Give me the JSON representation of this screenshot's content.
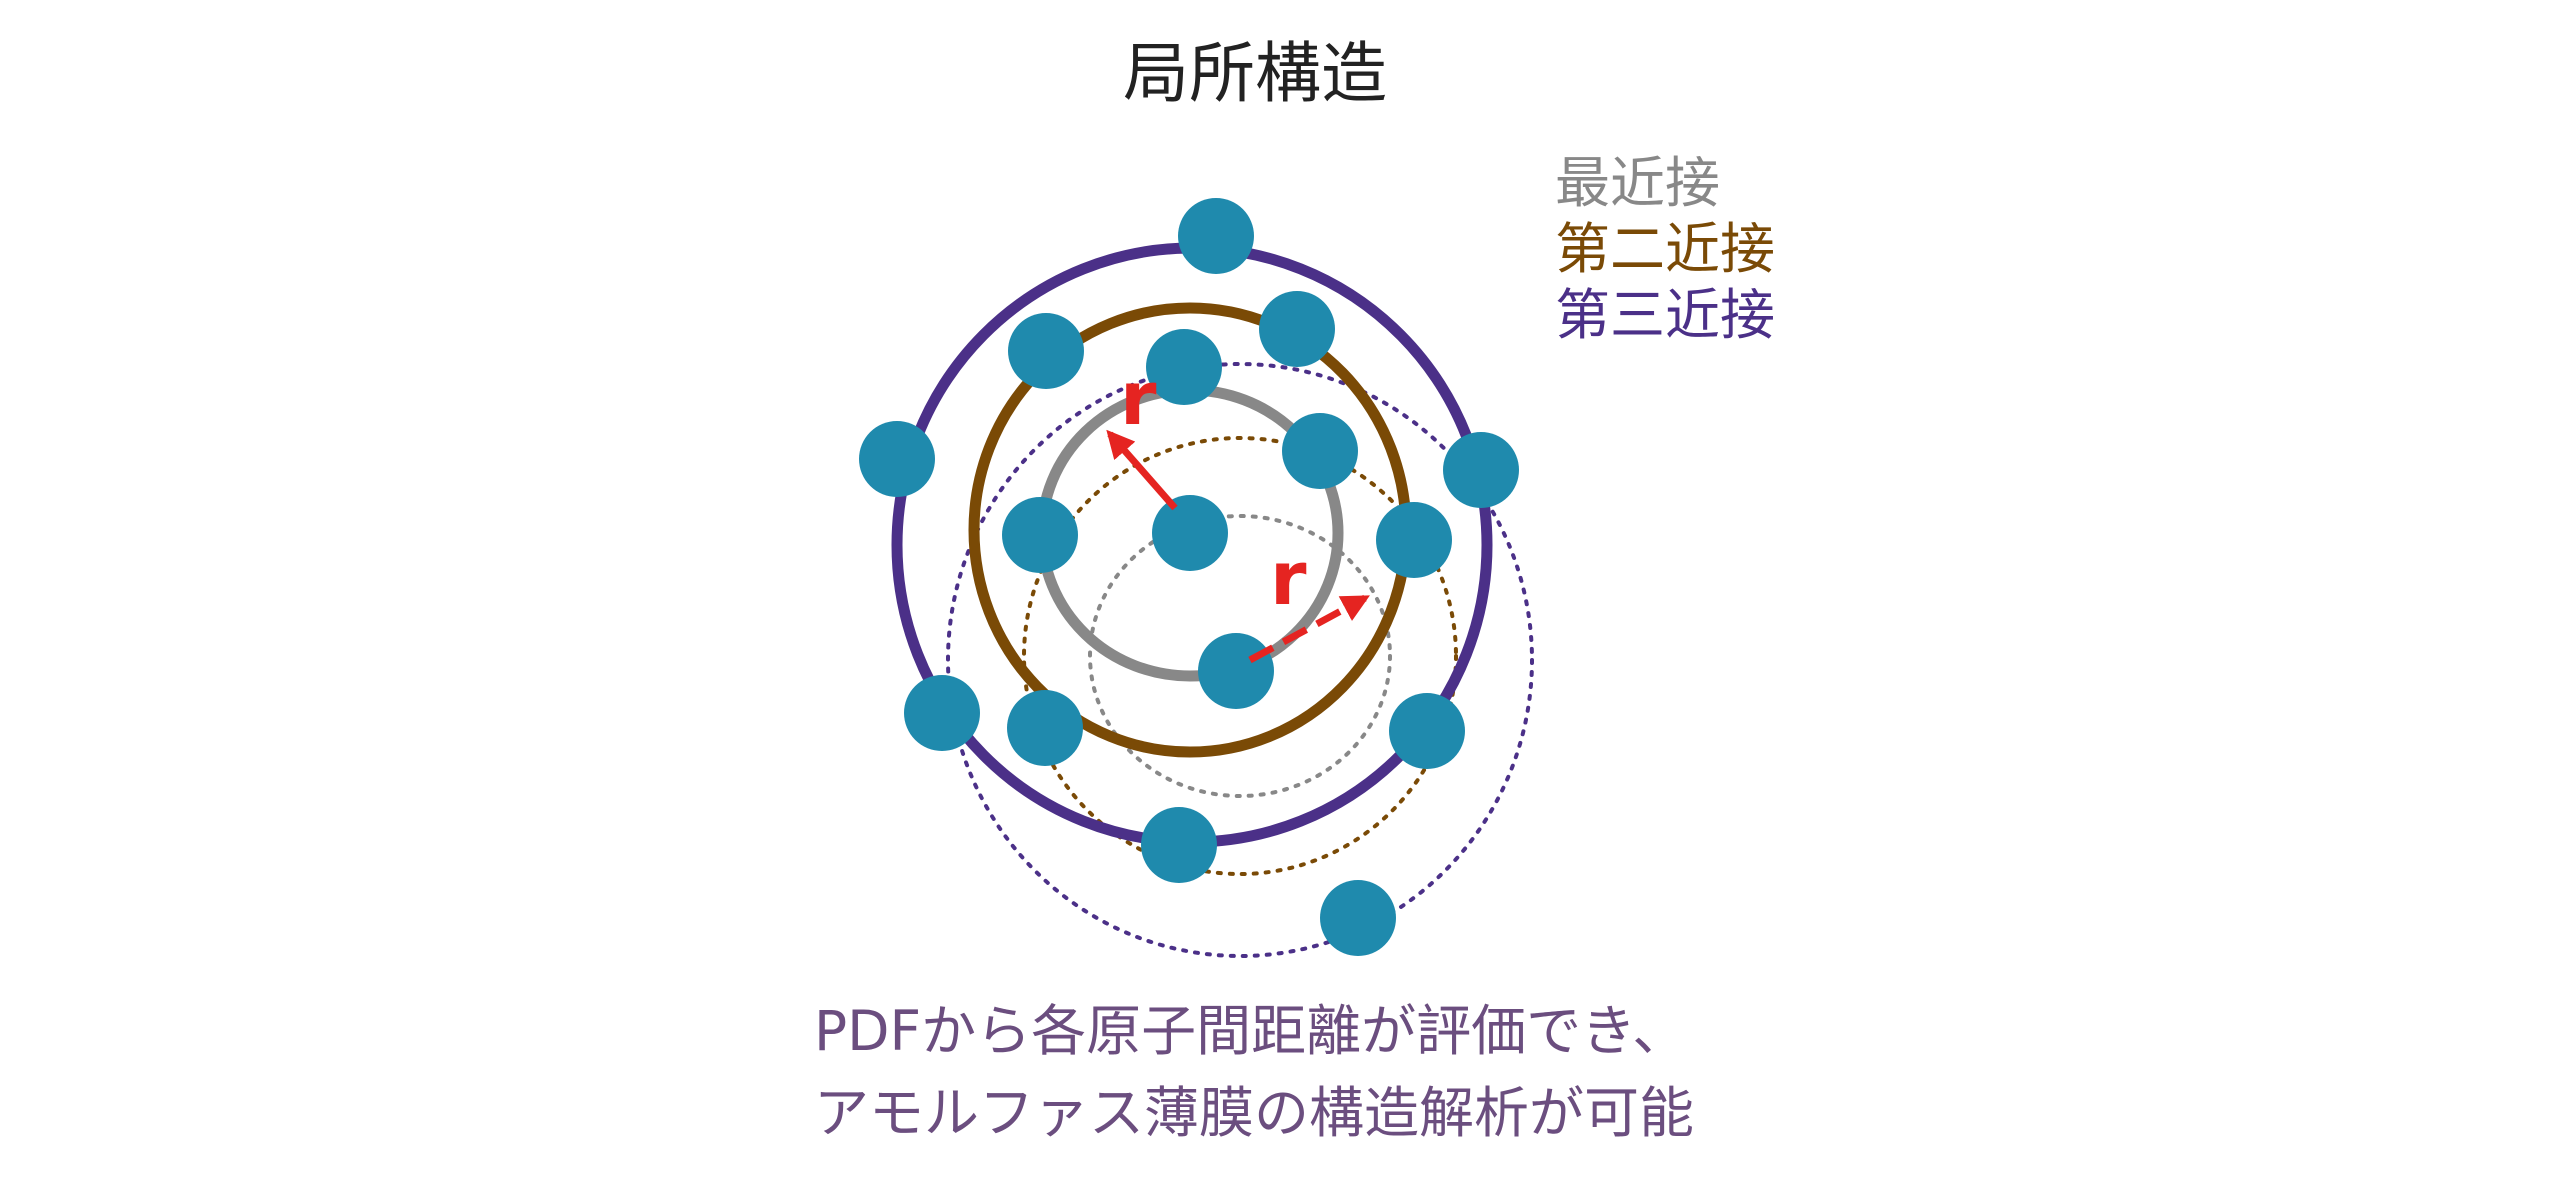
{
  "title": "局所構造",
  "legend": {
    "first": {
      "label": "最近接",
      "color": "#888888"
    },
    "second": {
      "label": "第二近接",
      "color": "#7a4a06"
    },
    "third": {
      "label": "第三近接",
      "color": "#4b3088"
    }
  },
  "labels": {
    "r1": "r",
    "r2": "r"
  },
  "caption": {
    "line1": "PDFから各原子間距離が評価でき、",
    "line2": "アモルファス薄膜の構造解析が可能"
  },
  "colors": {
    "atom": "#1f8aad",
    "arrow": "#e52421",
    "caption": "#6b4e7f"
  },
  "icons": {
    "atom": "atom-circle",
    "arrow": "arrow"
  }
}
